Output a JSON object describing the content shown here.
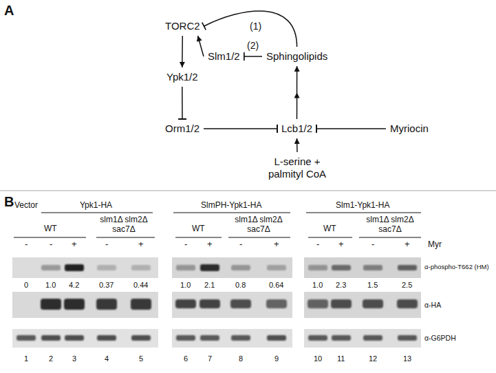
{
  "diagram": {
    "nodes": [
      {
        "text": [
          "TORC2"
        ]
      },
      {
        "text": [
          "Slm1/2"
        ]
      },
      {
        "text": [
          "Sphingolipids"
        ]
      },
      {
        "text": [
          "Ypk1/2"
        ]
      },
      {
        "text": [
          "Orm1/2"
        ]
      },
      {
        "text": [
          "Lcb1/2"
        ]
      },
      {
        "text": [
          "Myriocin"
        ]
      },
      {
        "text": [
          "L-serine + palmityl CoA"
        ]
      }
    ],
    "edges": [
      {
        "from": 2,
        "to": 0,
        "label": "(1)",
        "arrow": "to"
      },
      {
        "from": 1,
        "to": 0,
        "arrow": "to"
      },
      {
        "from": 2,
        "to": 1,
        "label": "(2)",
        "arrow": "to"
      },
      {
        "from": 0,
        "to": 3,
        "arrow": "to"
      },
      {
        "from": 3,
        "to": 4,
        "arrow": "to"
      },
      {
        "from": 4,
        "to": 5,
        "arrow": "to"
      },
      {
        "from": 6,
        "to": 5,
        "arrow": "to"
      },
      {
        "from": 7,
        "to": 5,
        "arrow": "to"
      },
      {
        "from": 5,
        "to": 2,
        "arrow": "to"
      }
    ],
    "labels": [
      "A",
      "B",
      "Vector",
      "Ypk1-HA",
      "SlmPH-Ypk1-HA",
      "Slm1-Ypk1-HA",
      "WT",
      "slm1Δ slm2Δ sac7Δ",
      "WT",
      "slm1Δ slm2Δ sac7Δ",
      "WT",
      "slm1Δ slm2Δ sac7Δ",
      "-",
      "-",
      "+",
      "-",
      "+",
      "-",
      "+",
      "-",
      "+",
      "-",
      "+",
      "-",
      "+",
      "Myr",
      "α-phospho-T662 (HM)",
      "0",
      "1.0",
      "4.2",
      "0.37",
      "0.44",
      "1.0",
      "2.1",
      "0.8",
      "0.64",
      "1.0",
      "2.3",
      "1.5",
      "2.5",
      "α-HA",
      "α-G6PDH",
      "1",
      "2",
      "3",
      "4",
      "5",
      "6",
      "7",
      "8",
      "9",
      "10",
      "11",
      "12",
      "13"
    ]
  }
}
